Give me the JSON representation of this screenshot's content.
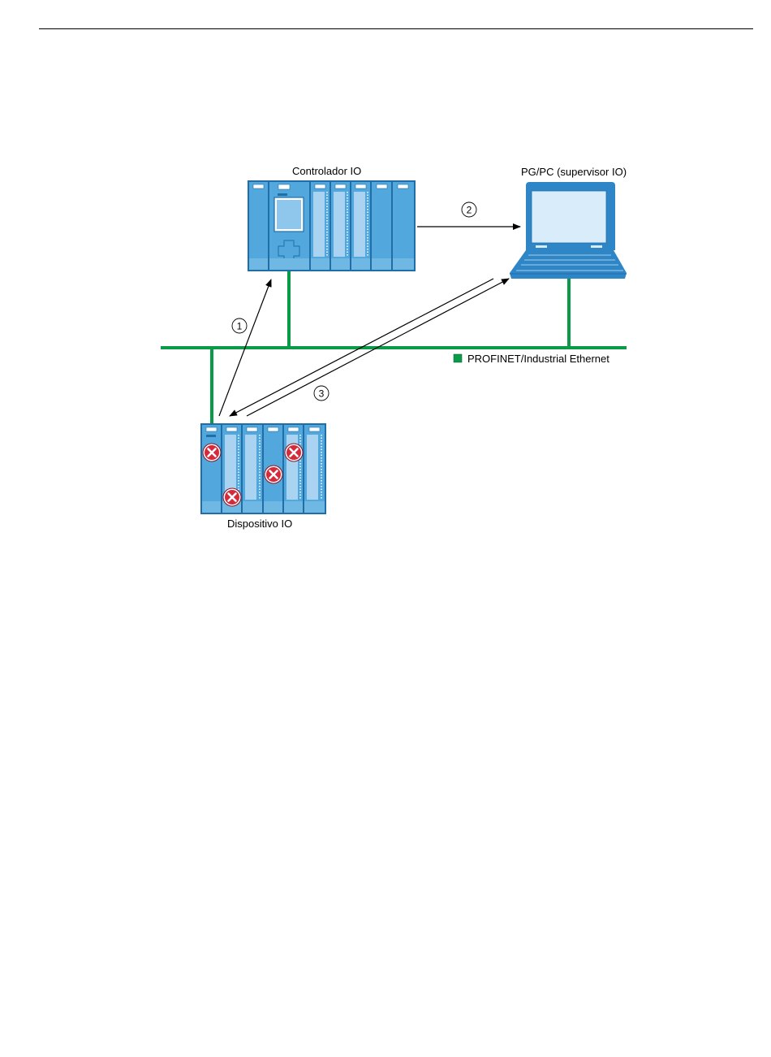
{
  "diagram": {
    "controller_label": "Controlador IO",
    "supervisor_label": "PG/PC (supervisor IO)",
    "device_label": "Dispositivo IO",
    "network_legend": "PROFINET/Industrial Ethernet",
    "step_1": "1",
    "step_2": "2",
    "step_3": "3"
  },
  "colors": {
    "network_green": "#0a9a48",
    "module_blue": "#52a8dc",
    "module_dark": "#1f6ea8",
    "module_light": "#a9d3f0",
    "error_red": "#d42a3a"
  }
}
